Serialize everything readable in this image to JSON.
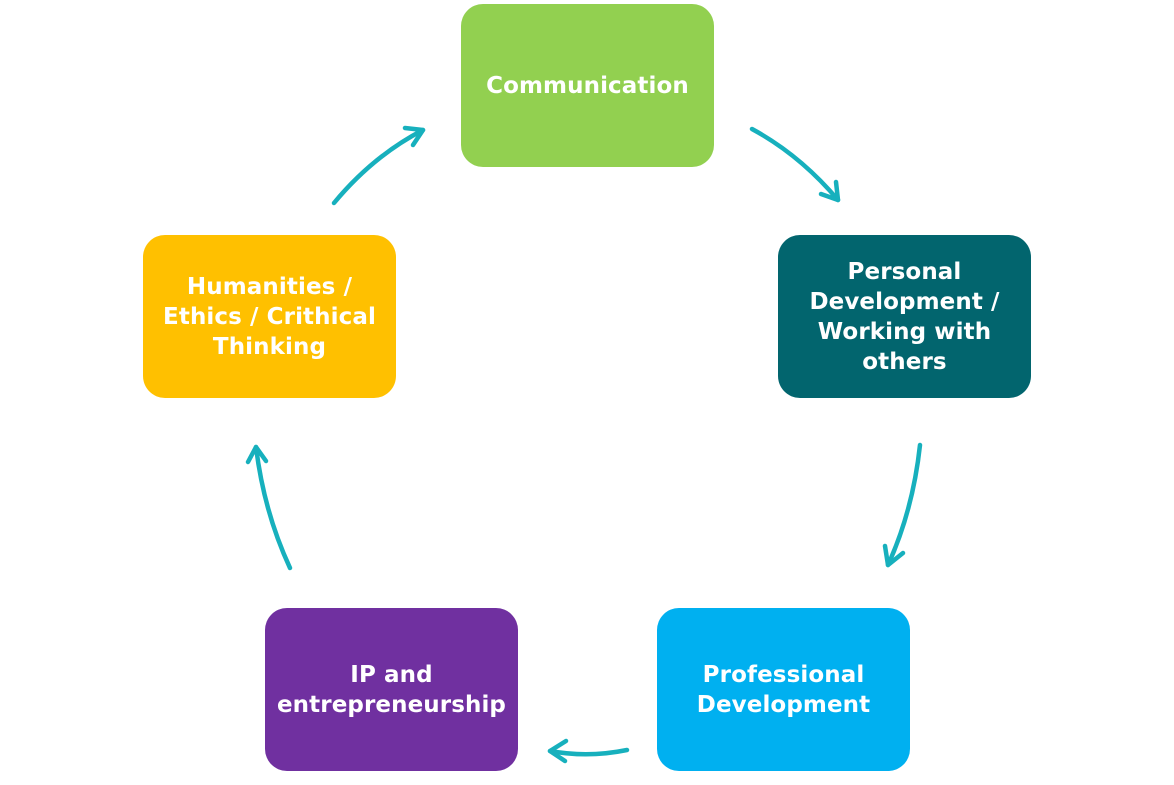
{
  "diagram": {
    "nodes": [
      {
        "id": "communication",
        "label": "Communication",
        "color": "#92d050"
      },
      {
        "id": "personal-development",
        "label": "Personal\nDevelopment /\nWorking with\nothers",
        "color": "#02656e"
      },
      {
        "id": "professional-development",
        "label": "Professional\nDevelopment",
        "color": "#00b0f0"
      },
      {
        "id": "ip-entrepreneurship",
        "label": "IP and\nentrepreneurship",
        "color": "#7030a0"
      },
      {
        "id": "humanities",
        "label": "Humanities  /\nEthics / Crithical\nThinking",
        "color": "#ffc000"
      }
    ],
    "edges": [
      {
        "from": "communication",
        "to": "personal-development"
      },
      {
        "from": "personal-development",
        "to": "professional-development"
      },
      {
        "from": "professional-development",
        "to": "ip-entrepreneurship"
      },
      {
        "from": "ip-entrepreneurship",
        "to": "humanities"
      },
      {
        "from": "humanities",
        "to": "communication"
      }
    ],
    "arrow_color": "#17b0bd"
  }
}
